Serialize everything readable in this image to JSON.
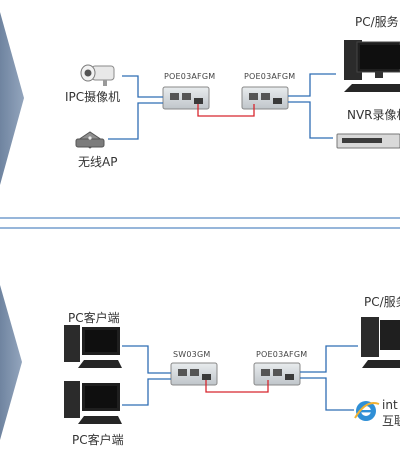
{
  "colors": {
    "link_blue": "#2f6db4",
    "fiber_red": "#d8262e",
    "chevron": "#7f93ad",
    "divider": "#2f6db4",
    "switch_body": "#d7dbde"
  },
  "top_scene": {
    "camera": {
      "label": "IPC摄像机",
      "icon": "camera-icon"
    },
    "ap": {
      "label": "无线AP",
      "icon": "wireless-ap-icon"
    },
    "switch_left": {
      "label": "POE03AFGM",
      "icon": "switch-icon"
    },
    "switch_right": {
      "label": "POE03AFGM",
      "icon": "switch-icon"
    },
    "pc_server": {
      "label": "PC/服务",
      "icon": "desktop-pc-icon"
    },
    "nvr": {
      "label": "NVR录像机",
      "icon": "nvr-icon"
    }
  },
  "bottom_scene": {
    "pc_client_top": {
      "label": "PC客户端",
      "icon": "desktop-pc-icon"
    },
    "pc_client_bottom": {
      "label": "PC客户端",
      "icon": "desktop-pc-icon"
    },
    "switch_left": {
      "label": "SW03GM",
      "icon": "switch-icon"
    },
    "switch_right": {
      "label": "POE03AFGM",
      "icon": "switch-icon"
    },
    "pc_server": {
      "label": "PC/服务",
      "icon": "desktop-pc-icon"
    },
    "internet": {
      "label_line1": "int",
      "label_line2": "互联",
      "icon": "internet-explorer-icon"
    }
  }
}
